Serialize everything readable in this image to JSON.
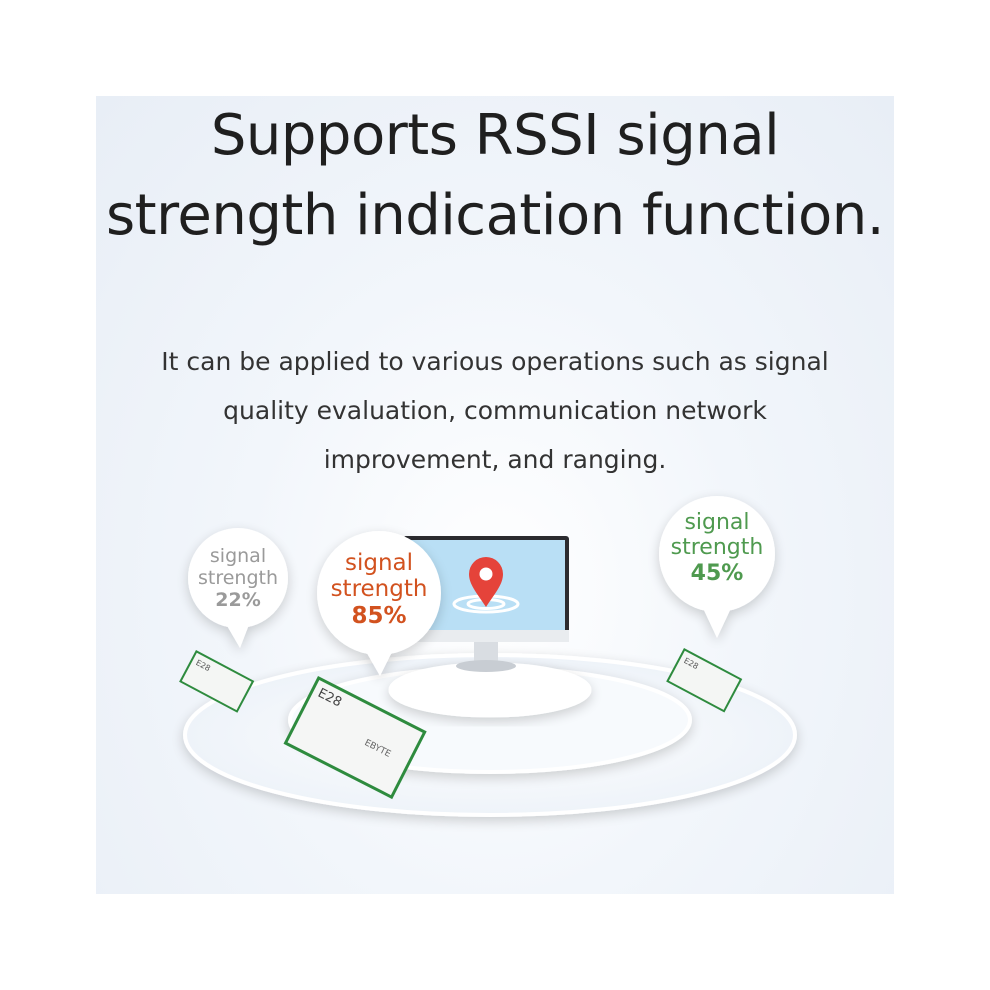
{
  "headline": {
    "line1": "Supports RSSI signal",
    "line2": "strength indication function."
  },
  "subtitle": {
    "line1": "It can be applied to various operations such as signal",
    "line2": "quality evaluation, communication network",
    "line3": "improvement, and ranging."
  },
  "bubbles": {
    "left": {
      "line1": "signal",
      "line2": "strength",
      "value": "22%",
      "color": "#9a9a9a"
    },
    "middle": {
      "line1": "signal",
      "line2": "strength",
      "value": "85%",
      "color": "#d2521f"
    },
    "right": {
      "line1": "signal",
      "line2": "strength",
      "value": "45%",
      "color": "#4f9a4f"
    }
  },
  "modules": {
    "model": "E28",
    "brand": "EBYTE"
  },
  "colors": {
    "pin": "#e5433a",
    "screen": "#b9dff5",
    "pcb_edge": "#2e8b3e"
  }
}
